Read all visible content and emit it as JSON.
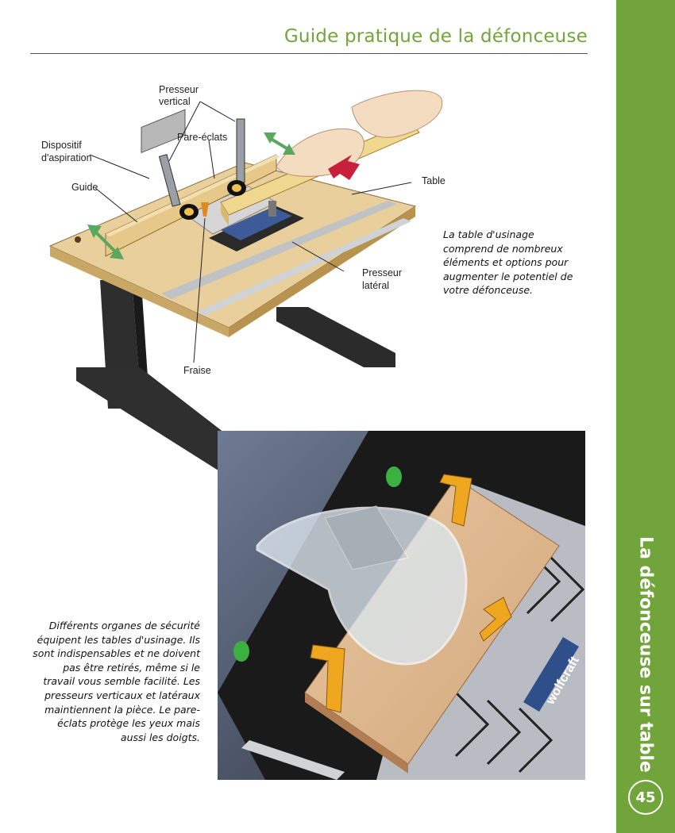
{
  "header": {
    "title": "Guide pratique de la défonceuse"
  },
  "sidebar": {
    "chapter_title": "La défonceuse sur table",
    "page_number": "45"
  },
  "illustration": {
    "labels": {
      "presseur_vertical_1": "Presseur",
      "presseur_vertical_2": "vertical",
      "pare_eclats": "Pare-éclats",
      "dispositif_1": "Dispositif",
      "dispositif_2": "d'aspiration",
      "guide": "Guide",
      "table": "Table",
      "presseur_lateral_1": "Presseur",
      "presseur_lateral_2": "latéral",
      "fraise": "Fraise"
    },
    "caption": [
      "La table d'usinage",
      "comprend de nombreux",
      "éléments et options pour",
      "augmenter le potentiel de",
      "votre défonceuse."
    ]
  },
  "photo": {
    "brand": "wolfcraft",
    "caption": [
      "Différents organes de sécurité",
      "équipent les tables d'usinage. Ils",
      "sont indispensables et ne doivent",
      "pas être retirés, même si le",
      "travail vous semble facilité. Les",
      "presseurs verticaux et latéraux",
      "maintiennent la pièce. Le pare-",
      "éclats protège les yeux mais",
      "aussi les doigts."
    ]
  },
  "colors": {
    "accent_green": "#71a43a",
    "arrow_green": "#5aa860",
    "arrow_red": "#c8203a"
  }
}
